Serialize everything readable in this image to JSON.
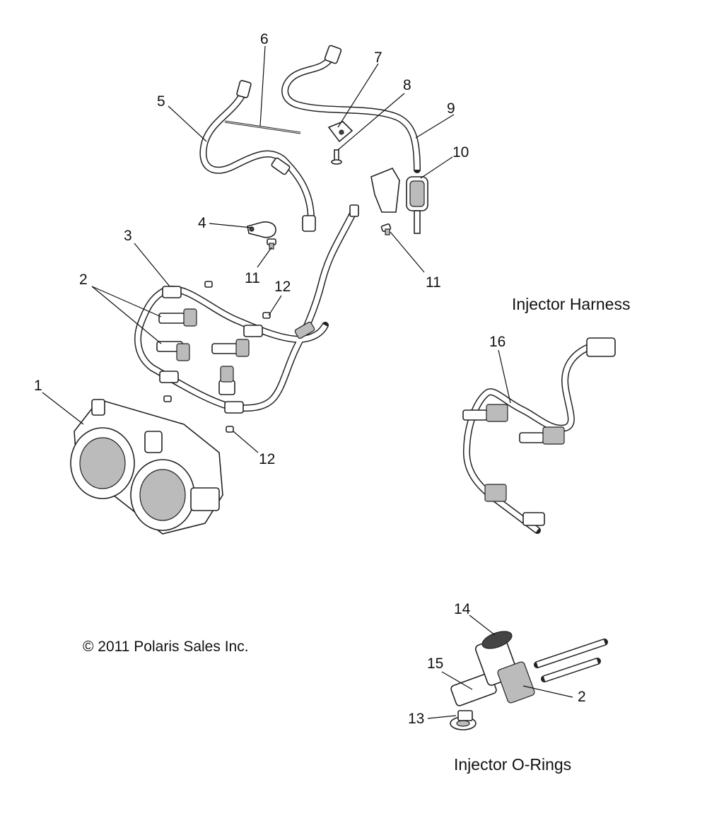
{
  "sections": {
    "harness_title": "Injector Harness",
    "orings_title": "Injector O-Rings"
  },
  "copyright": "© 2011 Polaris Sales Inc.",
  "callouts": [
    "1",
    "2",
    "3",
    "4",
    "5",
    "6",
    "7",
    "8",
    "9",
    "10",
    "11",
    "12",
    "13",
    "14",
    "15",
    "16"
  ],
  "extra_callouts": {
    "c11b": "11",
    "c12b": "12",
    "c2b": "2"
  }
}
